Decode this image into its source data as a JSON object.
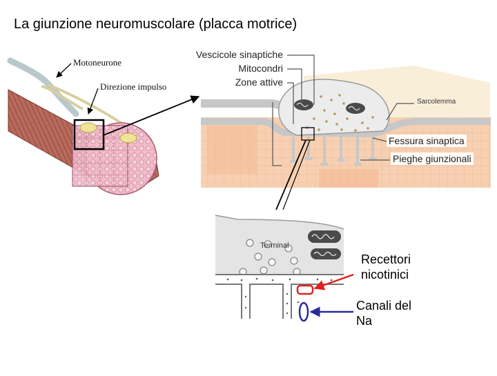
{
  "title": "La giunzione neuromuscolare (placca motrice)",
  "overview_labels": {
    "motoneuron": "Motoneurone",
    "impulse_direction": "Direzione impulso"
  },
  "junction_labels": {
    "vesicles": "Vescicole sinaptiche",
    "mitochondria": "Mitocondri",
    "active_zones": "Zone attive",
    "sarcolemma": "Sarcolemma",
    "synaptic_cleft": "Fessura sinaptica",
    "junctional_folds": "Pieghe giunzionali"
  },
  "detail_labels": {
    "terminal": "Terminal",
    "nicotinic_receptors": "Recettori nicotinici",
    "na_channels": "Canali del Na"
  },
  "colors": {
    "receptor_marker": "#e02020",
    "channel_marker": "#2a2a9a",
    "muscle": "#b86a5c",
    "fiber": "#f0b8c8",
    "terminal": "#e4e4e4",
    "sarcoplasm": "#f7d0b2"
  }
}
